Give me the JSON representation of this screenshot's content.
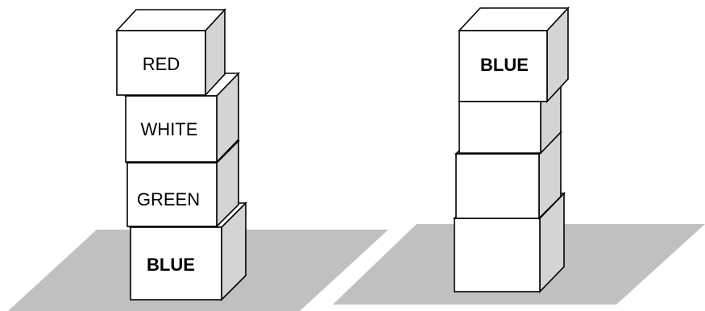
{
  "stacks": [
    {
      "id": "left",
      "blocks": [
        {
          "label": "RED",
          "bold": false
        },
        {
          "label": "WHITE",
          "bold": false
        },
        {
          "label": "GREEN",
          "bold": false
        },
        {
          "label": "BLUE",
          "bold": true
        }
      ]
    },
    {
      "id": "right",
      "blocks": [
        {
          "label": "BLUE",
          "bold": true
        },
        {
          "label": "",
          "bold": false
        },
        {
          "label": "",
          "bold": false
        },
        {
          "label": "",
          "bold": false
        }
      ]
    }
  ],
  "colors": {
    "platform": "#c0c0c0",
    "cube_side": "#d4d4d4",
    "cube_face": "#ffffff",
    "outline": "#000000"
  }
}
